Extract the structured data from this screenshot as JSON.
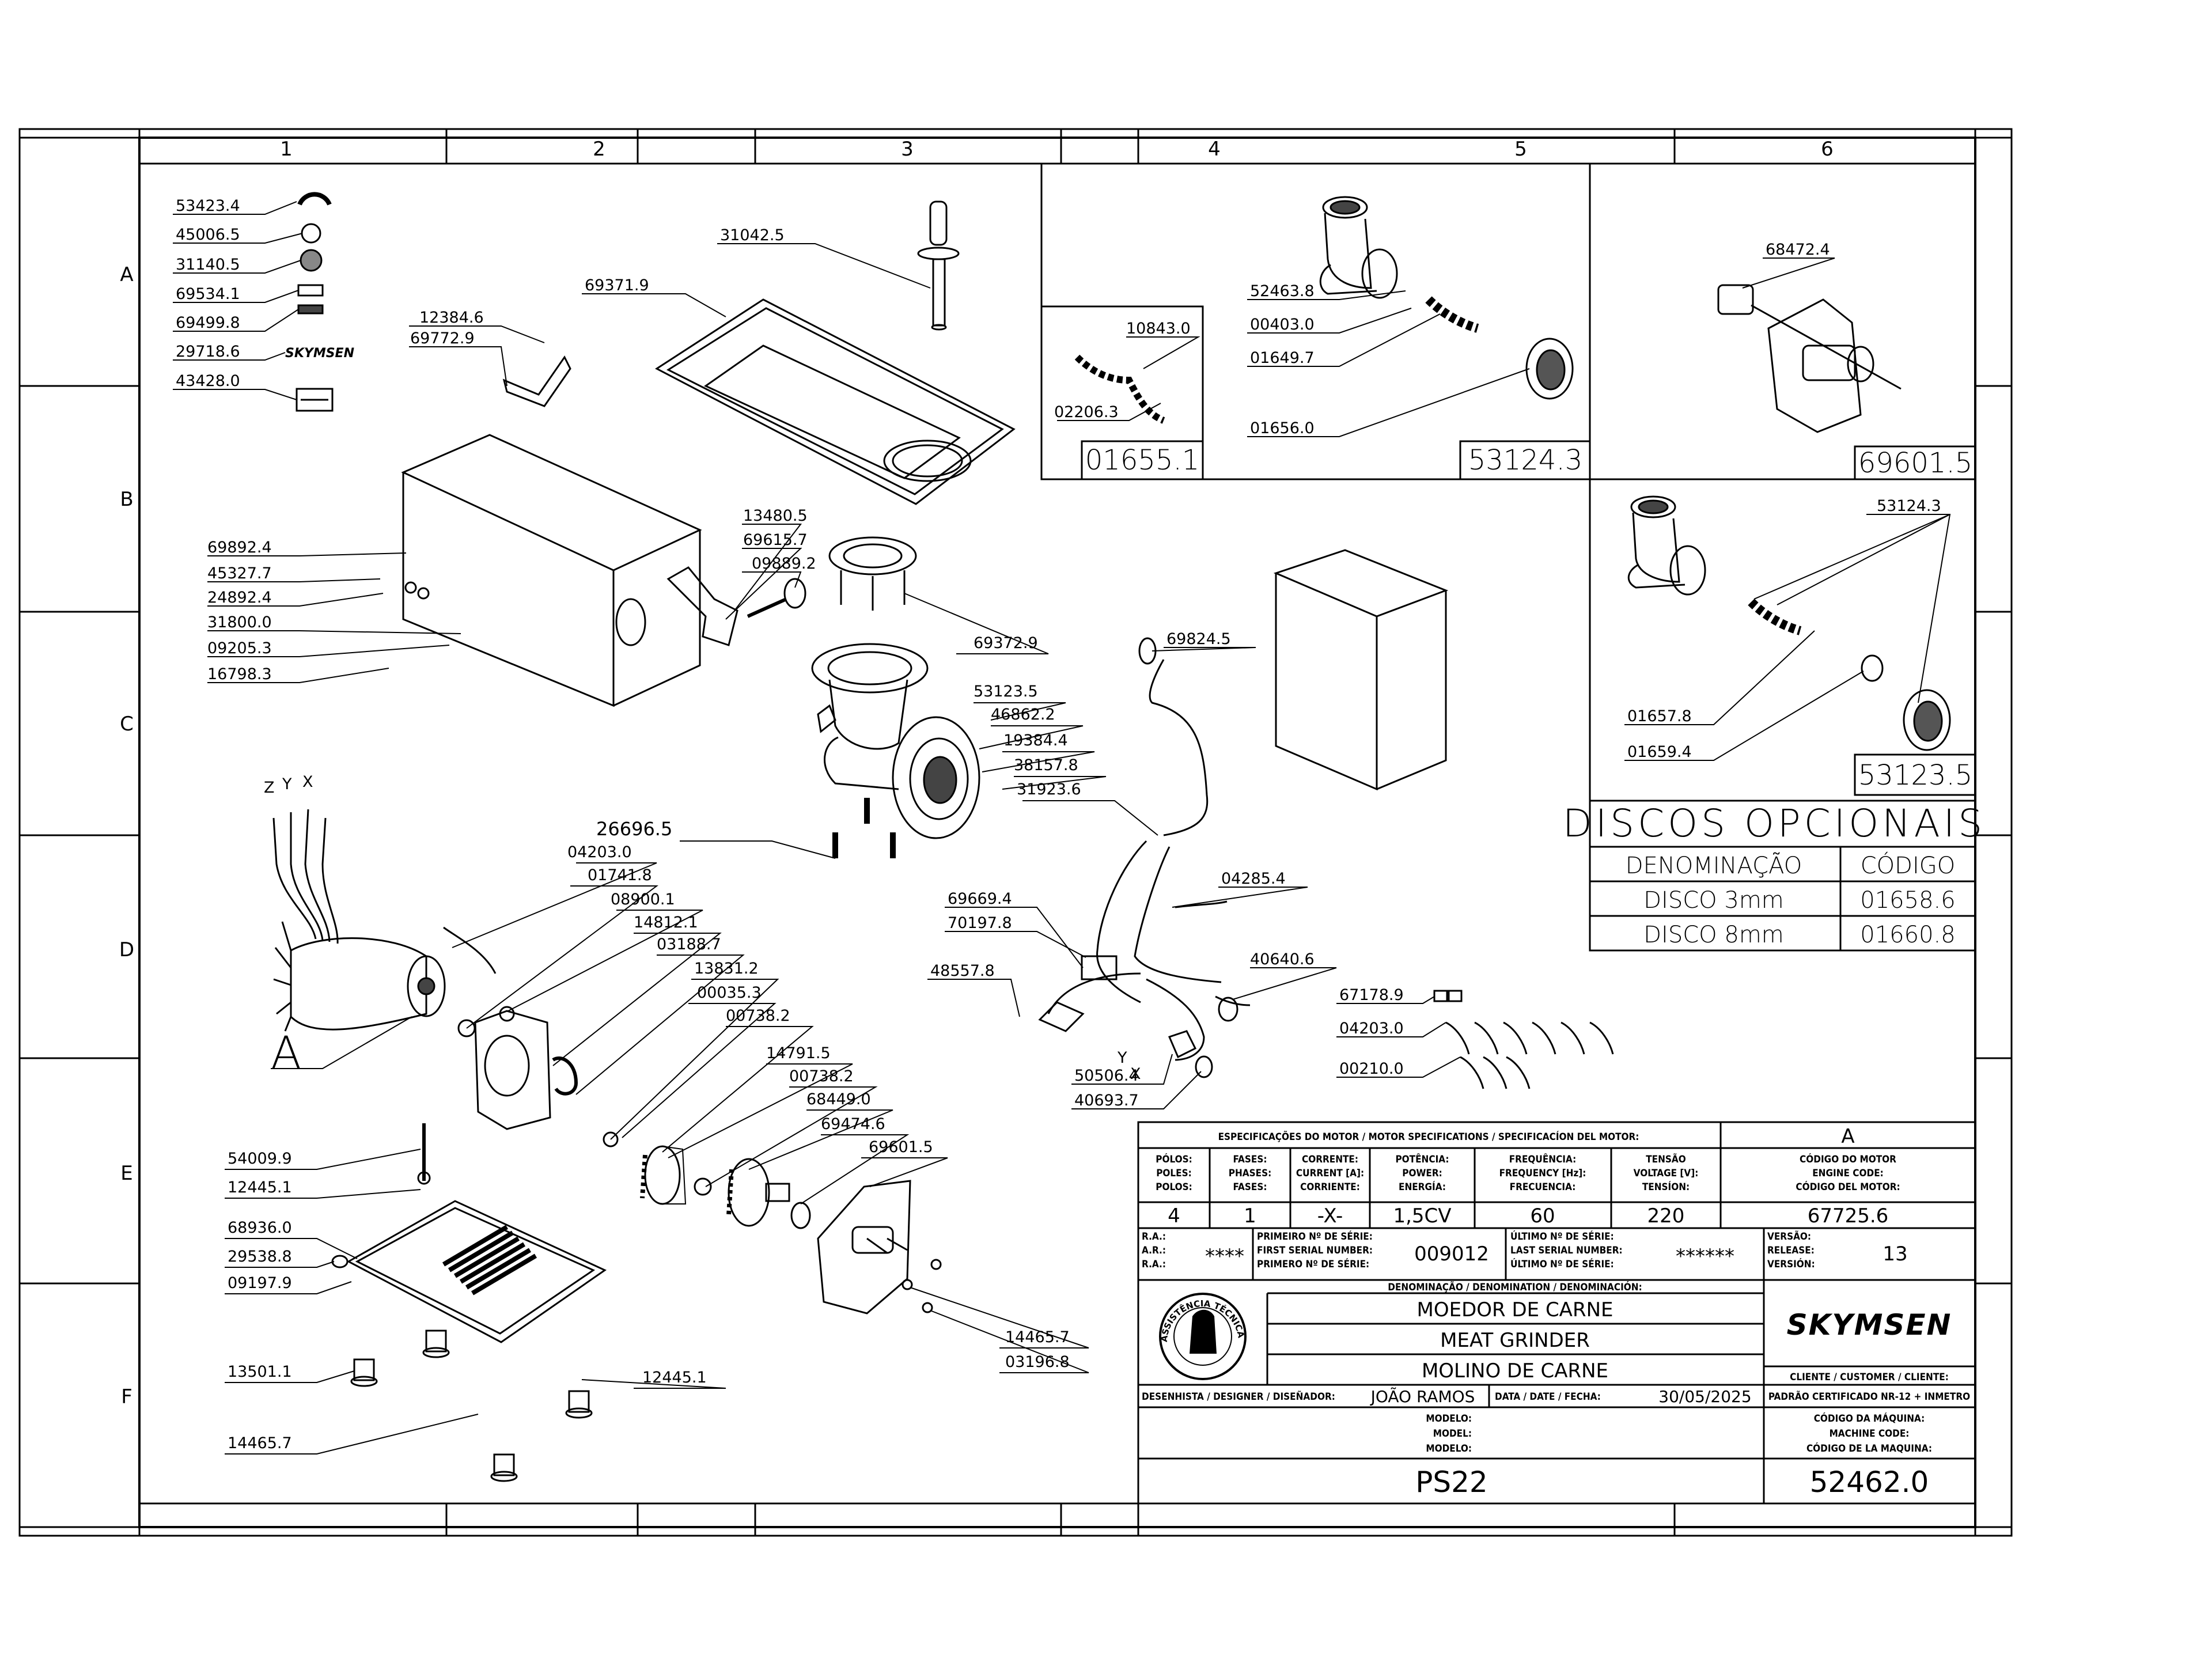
{
  "grid": {
    "cols": [
      "1",
      "2",
      "3",
      "4",
      "5",
      "6"
    ],
    "rows": [
      "A",
      "B",
      "C",
      "D",
      "E",
      "F"
    ]
  },
  "callouts": {
    "p53423_4": "53423.4",
    "p45006_5": "45006.5",
    "p31140_5": "31140.5",
    "p69534_1": "69534.1",
    "p69499_8": "69499.8",
    "p29718_6": "29718.6",
    "p43428_0": "43428.0",
    "p31042_5": "31042.5",
    "p69371_9": "69371.9",
    "p12384_6": "12384.6",
    "p69772_9": "69772.9",
    "p69892_4": "69892.4",
    "p45327_7": "45327.7",
    "p24892_4": "24892.4",
    "p31800_0": "31800.0",
    "p09205_3": "09205.3",
    "p16798_3": "16798.3",
    "p13480_5": "13480.5",
    "p69615_7": "69615.7",
    "p09889_2": "09889.2",
    "p69372_9": "69372.9",
    "p53123_5": "53123.5",
    "p46862_2": "46862.2",
    "p19384_4": "19384.4",
    "p38157_8": "38157.8",
    "p31923_6": "31923.6",
    "p26696_5": "26696.5",
    "p04203_0a": "04203.0",
    "p01741_8": "01741.8",
    "p08900_1": "08900.1",
    "p14812_1": "14812.1",
    "p03188_7": "03188.7",
    "p13831_2": "13831.2",
    "p00035_3": "00035.3",
    "p00738_2a": "00738.2",
    "p14791_5": "14791.5",
    "p00738_2b": "00738.2",
    "p68449_0": "68449.0",
    "p69474_6": "69474.6",
    "p69601_5": "69601.5",
    "p54009_9": "54009.9",
    "p12445_1a": "12445.1",
    "p68936_0": "68936.0",
    "p29538_8": "29538.8",
    "p09197_9": "09197.9",
    "p13501_1": "13501.1",
    "p12445_1b": "12445.1",
    "p14465_7a": "14465.7",
    "p14465_7b": "14465.7",
    "p03196_8": "03196.8",
    "p10843_0": "10843.0",
    "p02206_3": "02206.3",
    "p52463_8": "52463.8",
    "p00403_0": "00403.0",
    "p01649_7": "01649.7",
    "p01656_0": "01656.0",
    "p68472_4": "68472.4",
    "p53124_3": "53124.3",
    "p01657_8": "01657.8",
    "p01659_4": "01659.4",
    "p69824_5": "69824.5",
    "p04285_4": "04285.4",
    "p69669_4": "69669.4",
    "p70197_8": "70197.8",
    "p48557_8": "48557.8",
    "p40640_6": "40640.6",
    "p50506_4": "50506.4",
    "p40693_7": "40693.7",
    "p67178_9": "67178.9",
    "p04203_0b": "04203.0",
    "p00210_0": "00210.0"
  },
  "axes": {
    "z": "Z",
    "y": "Y",
    "x": "X",
    "y2": "Y",
    "x2": "X"
  },
  "detail_a": "A",
  "sub_assemblies": {
    "box1": "01655.1",
    "box2": "53124.3",
    "box3": "69601.5",
    "box4": "53123.5"
  },
  "optional_discs": {
    "title": "DISCOS OPCIONAIS",
    "header_name": "DENOMINAÇÃO",
    "header_code": "CÓDIGO",
    "rows": [
      {
        "name": "DISCO  3mm",
        "code": "01658.6"
      },
      {
        "name": "DISCO  8mm",
        "code": "01660.8"
      }
    ]
  },
  "title_block": {
    "motor_spec_header": "ESPECIFICAÇÕES DO MOTOR / MOTOR SPECIFICATIONS / SPECIFICACÍON DEL MOTOR:",
    "rev_letter": "A",
    "col_poles": [
      "PÓLOS:",
      "POLES:",
      "POLOS:"
    ],
    "col_phases": [
      "FASES:",
      "PHASES:",
      "FASES:"
    ],
    "col_current": [
      "CORRENTE:",
      "CURRENT [A]:",
      "CORRIENTE:"
    ],
    "col_power": [
      "POTÊNCIA:",
      "POWER:",
      "ENERGÍA:"
    ],
    "col_freq": [
      "FREQUÊNCIA:",
      "FREQUENCY [Hz]:",
      "FRECUENCIA:"
    ],
    "col_voltage": [
      "TENSÃO",
      "VOLTAGE [V]:",
      "TENSÍON:"
    ],
    "col_engine": [
      "CÓDIGO DO MOTOR",
      "ENGINE CODE:",
      "CÓDIGO DEL MOTOR:"
    ],
    "val_poles": "4",
    "val_phases": "1",
    "val_current": "-X-",
    "val_power": "1,5CV",
    "val_freq": "60",
    "val_voltage": "220",
    "val_engine": "67725.6",
    "ra_labels": [
      "R.A.:",
      "A.R.:",
      "R.A.:"
    ],
    "ra_value": "****",
    "first_serial_labels": [
      "PRIMEIRO Nº DE SÉRIE:",
      "FIRST SERIAL NUMBER:",
      "PRIMERO Nº DE SÉRIE:"
    ],
    "first_serial_value": "009012",
    "last_serial_labels": [
      "ÚLTIMO Nº DE SÉRIE:",
      "LAST SERIAL NUMBER:",
      "ÚLTIMO Nº DE SÉRIE:"
    ],
    "last_serial_value": "******",
    "version_labels": [
      "VERSÃO:",
      "RELEASE:",
      "VERSIÓN:"
    ],
    "version_value": "13",
    "denomination_header": "DENOMINAÇÃO / DENOMINATION / DENOMINACIÓN:",
    "names": [
      "MOEDOR DE CARNE",
      "MEAT GRINDER",
      "MOLINO DE CARNE"
    ],
    "brand": "SKYMSEN",
    "seal_text": "ASSISTÊNCIA TÉCNICA AUTORIZADA",
    "customer_label": "CLIENTE / CUSTOMER / CLIENTE:",
    "designer_label": "DESENHISTA / DESIGNER / DISEÑADOR:",
    "designer_value": "JOÃO RAMOS",
    "date_label": "DATA / DATE / FECHA:",
    "date_value": "30/05/2025",
    "standard_label": "PADRÃO CERTIFICADO NR-12 + INMETRO",
    "model_labels": [
      "MODELO:",
      "MODEL:",
      "MODELO:"
    ],
    "model_value": "PS22",
    "machine_code_labels": [
      "CÓDIGO DA MÁQUINA:",
      "MACHINE CODE:",
      "CÓDIGO DE LA MAQUINA:"
    ],
    "machine_code_value": "52462.0"
  }
}
